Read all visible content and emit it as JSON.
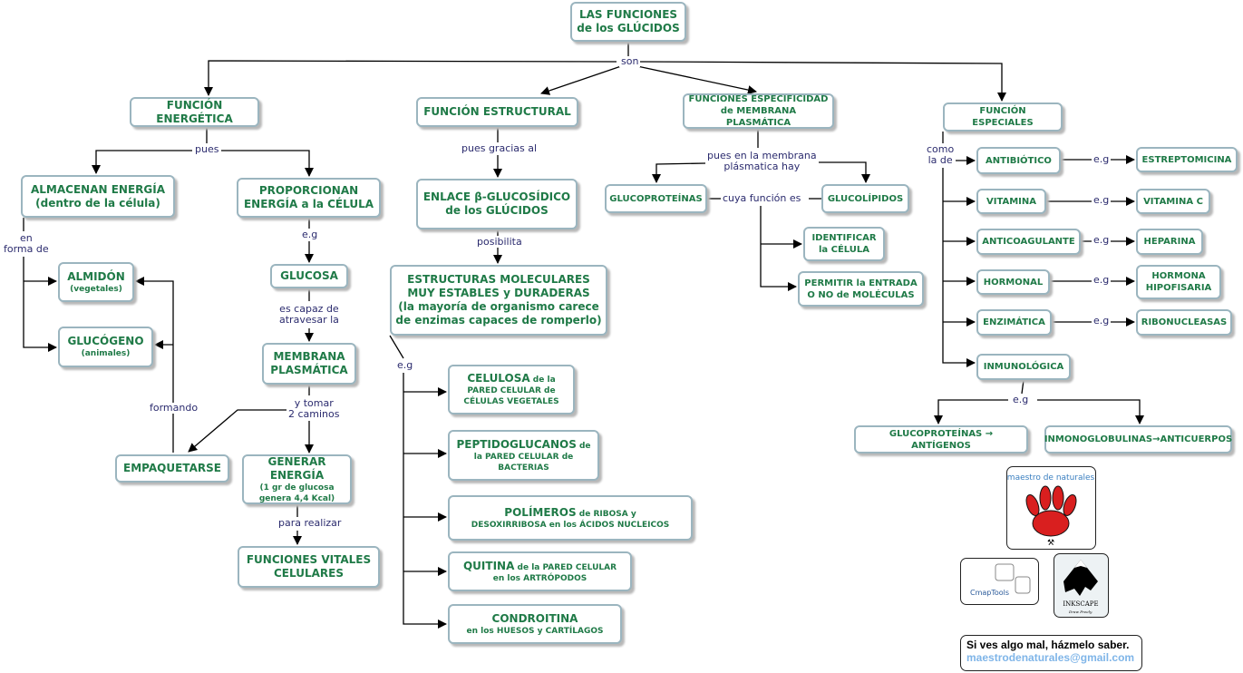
{
  "title": [
    "LAS FUNCIONES",
    "de los GLÚCIDOS"
  ],
  "links": {
    "son": "son",
    "pues": "pues",
    "en_forma_de": [
      "en",
      "forma de"
    ],
    "eg1": "e.g",
    "capaz": [
      "es capaz de",
      "atravesar la"
    ],
    "tomar": [
      "y tomar",
      "2 caminos"
    ],
    "formando": "formando",
    "para_realizar": "para realizar",
    "pues_gracias": "pues gracias al",
    "posibilita": "posibilita",
    "eg2": "e.g",
    "pues_membrana": [
      "pues en la membrana",
      "plásmatica hay"
    ],
    "cuya": "cuya función es",
    "como": [
      "como",
      "la de"
    ],
    "eg_list": [
      "e.g",
      "e.g",
      "e.g",
      "e.g",
      "e.g"
    ],
    "eg3": "e.g"
  },
  "nodes": {
    "energetica": "FUNCIÓN ENERGÉTICA",
    "estructural": "FUNCIÓN ESTRUCTURAL",
    "membrana_fn": [
      "FUNCIONES ESPECIFICIDAD",
      "de MEMBRANA PLASMÁTICA"
    ],
    "especiales": "FUNCIÓN ESPECIALES",
    "almacenan": [
      "ALMACENAN ENERGÍA",
      "(dentro de la célula)"
    ],
    "proporcionan": [
      "PROPORCIONAN",
      "ENERGÍA a la CÉLULA"
    ],
    "almidon": [
      "ALMIDÓN",
      "(vegetales)"
    ],
    "glucogeno": [
      "GLUCÓGENO",
      "(animales)"
    ],
    "glucosa": "GLUCOSA",
    "membrana": [
      "MEMBRANA",
      "PLASMÁTICA"
    ],
    "empaquetarse": "EMPAQUETARSE",
    "generar": [
      "GENERAR ENERGÍA",
      "(1 gr de glucosa",
      "genera 4,4 Kcal)"
    ],
    "vitales": [
      "FUNCIONES VITALES",
      "CELULARES"
    ],
    "enlace": [
      "ENLACE β-GLUCOSÍDICO",
      "de los GLÚCIDOS"
    ],
    "estructuras": [
      "ESTRUCTURAS MOLECULARES",
      "MUY ESTABLES y DURADERAS",
      "(la mayoría de organismo carece",
      "de enzimas capaces de romperlo)"
    ],
    "celulosa": [
      "CELULOSA",
      " de la",
      "PARED CELULAR de",
      "CÉLULAS VEGETALES"
    ],
    "peptido": [
      "PEPTIDOGLUCANOS",
      " de",
      "la PARED CELULAR de",
      "BACTERIAS"
    ],
    "polimeros": [
      "POLÍMEROS",
      " de RIBOSA y",
      "DESOXIRRIBOSA en los ÁCIDOS NUCLEICOS"
    ],
    "quitina": [
      "QUITINA",
      " de la PARED CELULAR",
      "en los ARTRÓPODOS"
    ],
    "condroitina": [
      "CONDROITINA",
      "en los HUESOS y CARTÍLAGOS"
    ],
    "glucoproteinas": "GLUCOPROTEÍNAS",
    "glucolipidos": "GLUCOLÍPIDOS",
    "identificar": [
      "IDENTIFICAR",
      "la CÉLULA"
    ],
    "permitir": [
      "PERMITIR la ENTRADA",
      "O NO de MOLÉCULAS"
    ],
    "antibiotico": "ANTIBIÓTICO",
    "vitamina": "VITAMINA",
    "anticoagulante": "ANTICOAGULANTE",
    "hormonal": "HORMONAL",
    "enzimatica": "ENZIMÁTICA",
    "inmunologica": "INMUNOLÓGICA",
    "estreptomicina": "ESTREPTOMICINA",
    "vitamina_c": "VITAMINA C",
    "heparina": "HEPARINA",
    "hormona": [
      "HORMONA",
      "HIPOFISARIA"
    ],
    "ribonucleasas": "RIBONUCLEASAS",
    "antigenos": "GLUCOPROTEÍNAS → ANTÍGENOS",
    "anticuerpos": "INMONOGLOBULINAS→ANTICUERPOS"
  },
  "logos": {
    "maestro": "Maestro de naturales",
    "cmap": "CmapTools",
    "inkscape": "INKSCAPE",
    "inkscape_tag": "Draw Freely."
  },
  "note": {
    "text": "Si ves algo mal, házmelo saber.",
    "email": "maestrodenaturales@gmail.com"
  },
  "colors": {
    "node_text": "#1f7a47",
    "node_border": "#9bb5bf",
    "link_text": "#2b2b6e",
    "email": "#7fb5e8"
  }
}
